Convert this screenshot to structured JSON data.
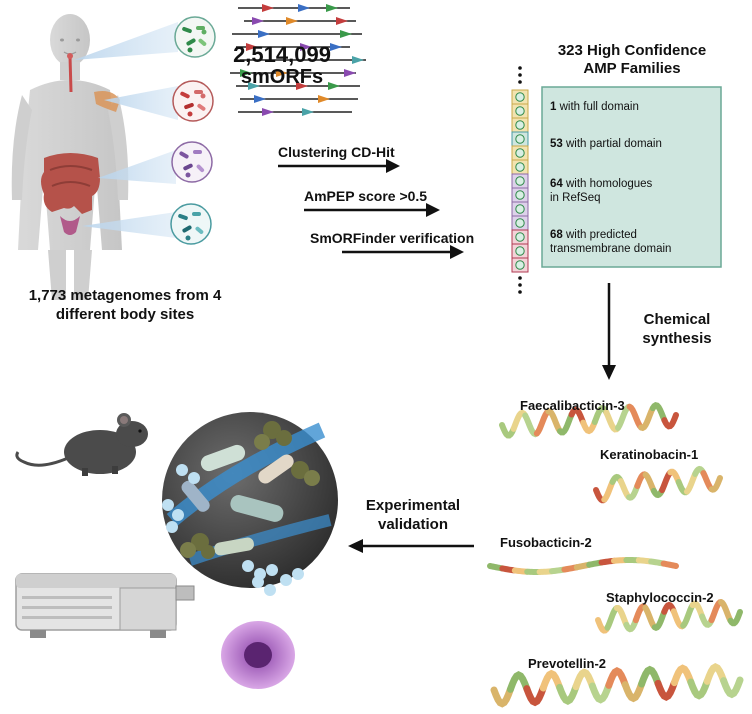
{
  "smorfs": {
    "count": "2,514,099",
    "label": "smORFs"
  },
  "metagenomes": {
    "line1": "1,773 metagenomes from 4",
    "line2": "different body sites"
  },
  "pipeline_steps": [
    "Clustering CD-Hit",
    "AmPEP score >0.5",
    "SmORFinder verification"
  ],
  "families": {
    "title_line1": "323 High Confidence",
    "title_line2": "AMP Families",
    "rows": [
      {
        "count": "1",
        "text": "with full domain",
        "text2": ""
      },
      {
        "count": "53",
        "text": "with partial domain",
        "text2": ""
      },
      {
        "count": "64",
        "text": "with homologues",
        "text2": "in RefSeq"
      },
      {
        "count": "68",
        "text": "with predicted",
        "text2": "transmembrane domain"
      }
    ]
  },
  "synthesis": {
    "line1": "Chemical",
    "line2": "synthesis"
  },
  "validation": {
    "line1": "Experimental",
    "line2": "validation"
  },
  "peptides": [
    "Faecalibacticin-3",
    "Keratinobacin-1",
    "Fusobacticin-2",
    "Staphylococcin-2",
    "Prevotellin-2"
  ],
  "colors": {
    "panel_fill": "#cfe6df",
    "panel_stroke": "#6aa996",
    "arrow": "#111111",
    "intestine": "#b5524a",
    "callout": "#a8c8e6"
  }
}
